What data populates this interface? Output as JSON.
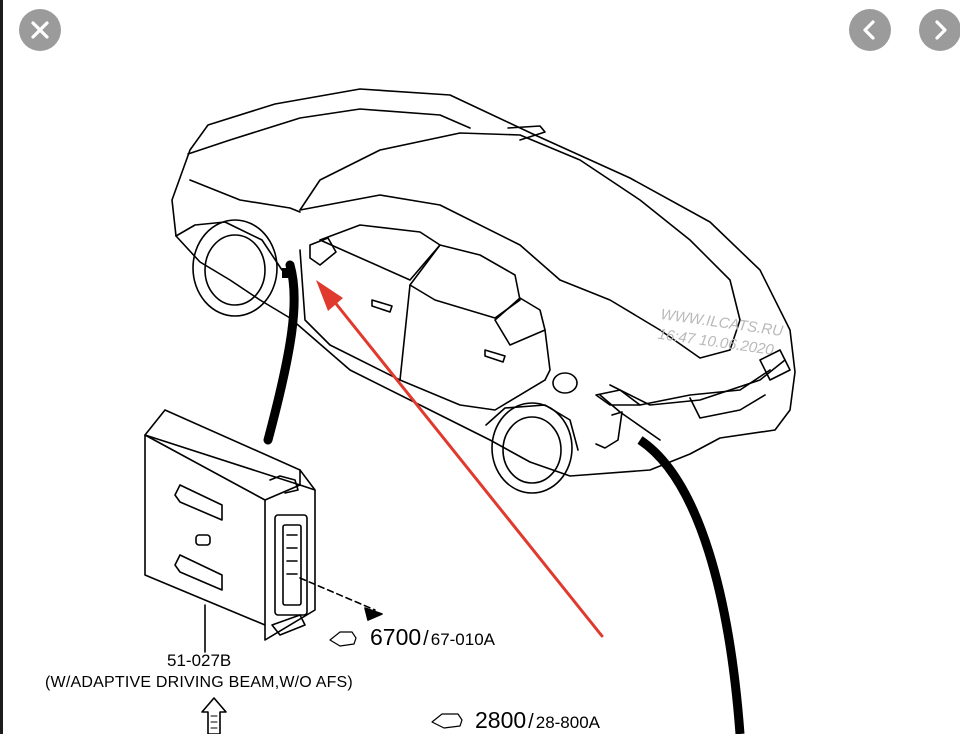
{
  "viewer": {
    "close_label": "Close",
    "prev_label": "Previous",
    "next_label": "Next",
    "icons": {
      "close": "close-x-icon",
      "prev": "chevron-left-icon",
      "next": "chevron-right-icon"
    },
    "button_color": "#8a8a8a"
  },
  "diagram": {
    "part_number": "51-027B",
    "part_condition": "(W/ADAPTIVE DRIVING BEAM,W/O AFS)",
    "ref_connector": {
      "number": "6700",
      "code": "67-010A"
    },
    "ref_harness": {
      "number": "2800",
      "code": "28-800A"
    },
    "watermark_line1": "WWW.ILCATS.RU",
    "watermark_line2": "16:47 10.06.2020",
    "arrow_color": "#e03a2f"
  }
}
